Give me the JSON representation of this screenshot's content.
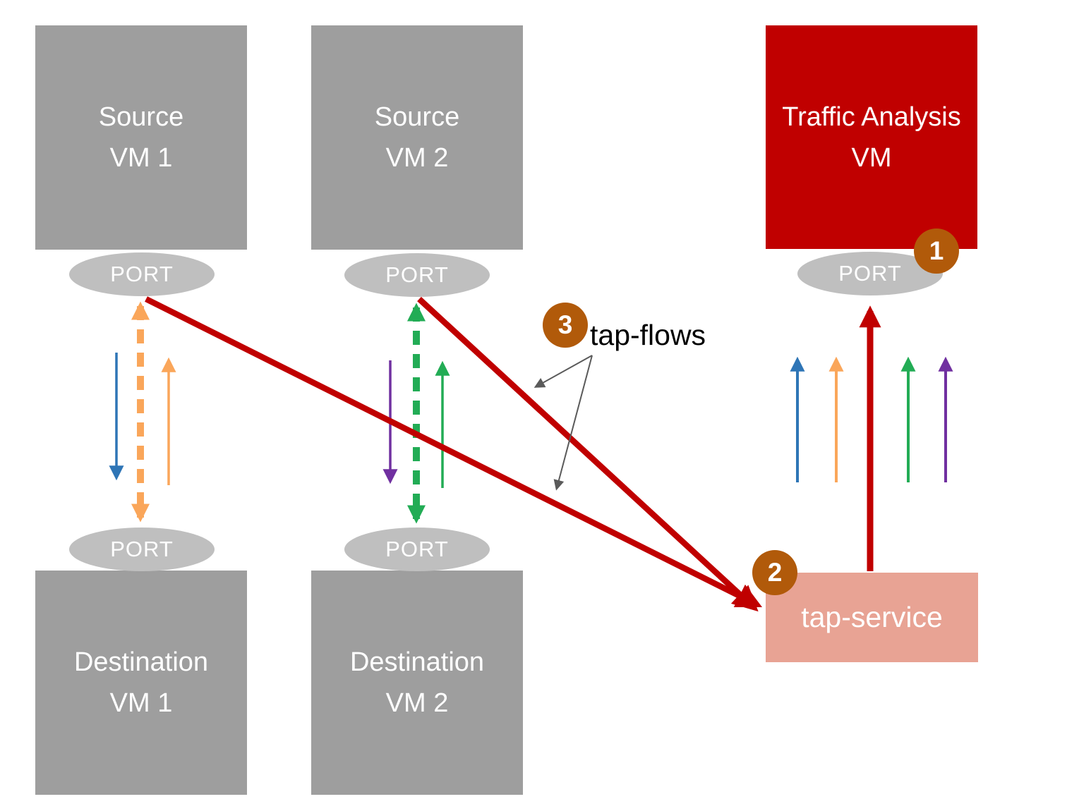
{
  "colors": {
    "box_gray": "#9E9E9E",
    "port_gray": "#BFBFBF",
    "vm_red": "#C00000",
    "tap_service_pink": "#E8A394",
    "badge_brown": "#B15A0A",
    "arrow_blue": "#2E75B6",
    "arrow_orange": "#FAA65A",
    "arrow_green": "#22AC55",
    "arrow_purple": "#7030A0",
    "arrow_red": "#C00000",
    "annotation_gray": "#5A5A5A",
    "label_white": "#FFFFFF",
    "label_black": "#000000"
  },
  "port_label": "PORT",
  "nodes": {
    "source_vm_1": {
      "line1": "Source",
      "line2": "VM 1"
    },
    "source_vm_2": {
      "line1": "Source",
      "line2": "VM 2"
    },
    "traffic_analysis_vm": {
      "line1": "Traffic Analysis",
      "line2": "VM"
    },
    "destination_vm_1": {
      "line1": "Destination",
      "line2": "VM 1"
    },
    "destination_vm_2": {
      "line1": "Destination",
      "line2": "VM 2"
    },
    "tap_service": {
      "label": "tap-service"
    }
  },
  "badges": {
    "step1": "1",
    "step2": "2",
    "step3": "3"
  },
  "annotations": {
    "tap_flows": "tap-flows"
  }
}
